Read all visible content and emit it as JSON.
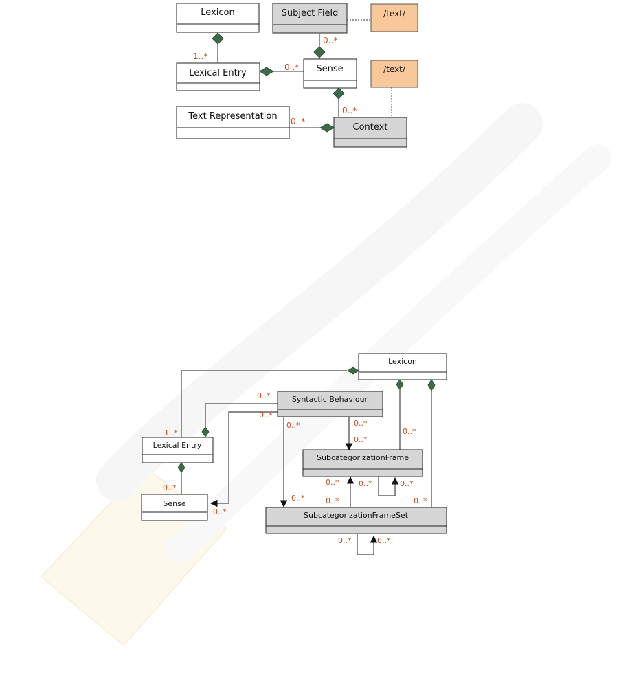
{
  "colors": {
    "plain_box": "#ffffff",
    "shaded_box": "#d6d6d6",
    "note_box": "#f9c89a",
    "multiplicity": "#cc4a1a",
    "diamond": "#3f6a49",
    "watermark": "#f4f4f4"
  },
  "diagram_top": {
    "classes": {
      "lexicon": "Lexicon",
      "subject_field": "Subject Field",
      "lexical_entry": "Lexical Entry",
      "sense": "Sense",
      "text_representation": "Text Representation",
      "context": "Context"
    },
    "notes": {
      "note_subject": "/text/",
      "note_context": "/text/"
    },
    "multiplicities": {
      "lexicon_entry": "1..*",
      "subject_sense": "0..*",
      "entry_sense": "0..*",
      "sense_context": "0..*",
      "textrep_context": "0..*"
    }
  },
  "diagram_bottom": {
    "classes": {
      "lexicon": "Lexicon",
      "syntactic_behaviour": "Syntactic Behaviour",
      "lexical_entry": "Lexical Entry",
      "subcat_frame": "SubcategorizationFrame",
      "sense": "Sense",
      "subcat_frame_set": "SubcategorizationFrameSet"
    },
    "multiplicities": {
      "lexicon_entry": "1..*",
      "entry_sb": "0..*",
      "sb_sense_src": "0..*",
      "sb_frameset": "0..*",
      "sb_frame_a": "0..*",
      "sb_frame_b": "0..*",
      "lexicon_frame": "0..*",
      "entry_sense": "0..*",
      "sense_target": "0..*",
      "frame_self_a": "0..*",
      "frame_self_b": "0..*",
      "frame_left": "0..*",
      "frameset_to_frame": "0..*",
      "frameset_left": "0..*",
      "lexicon_frameset": "0..*",
      "frameset_self_a": "0..*",
      "frameset_self_b": "0..*"
    }
  }
}
